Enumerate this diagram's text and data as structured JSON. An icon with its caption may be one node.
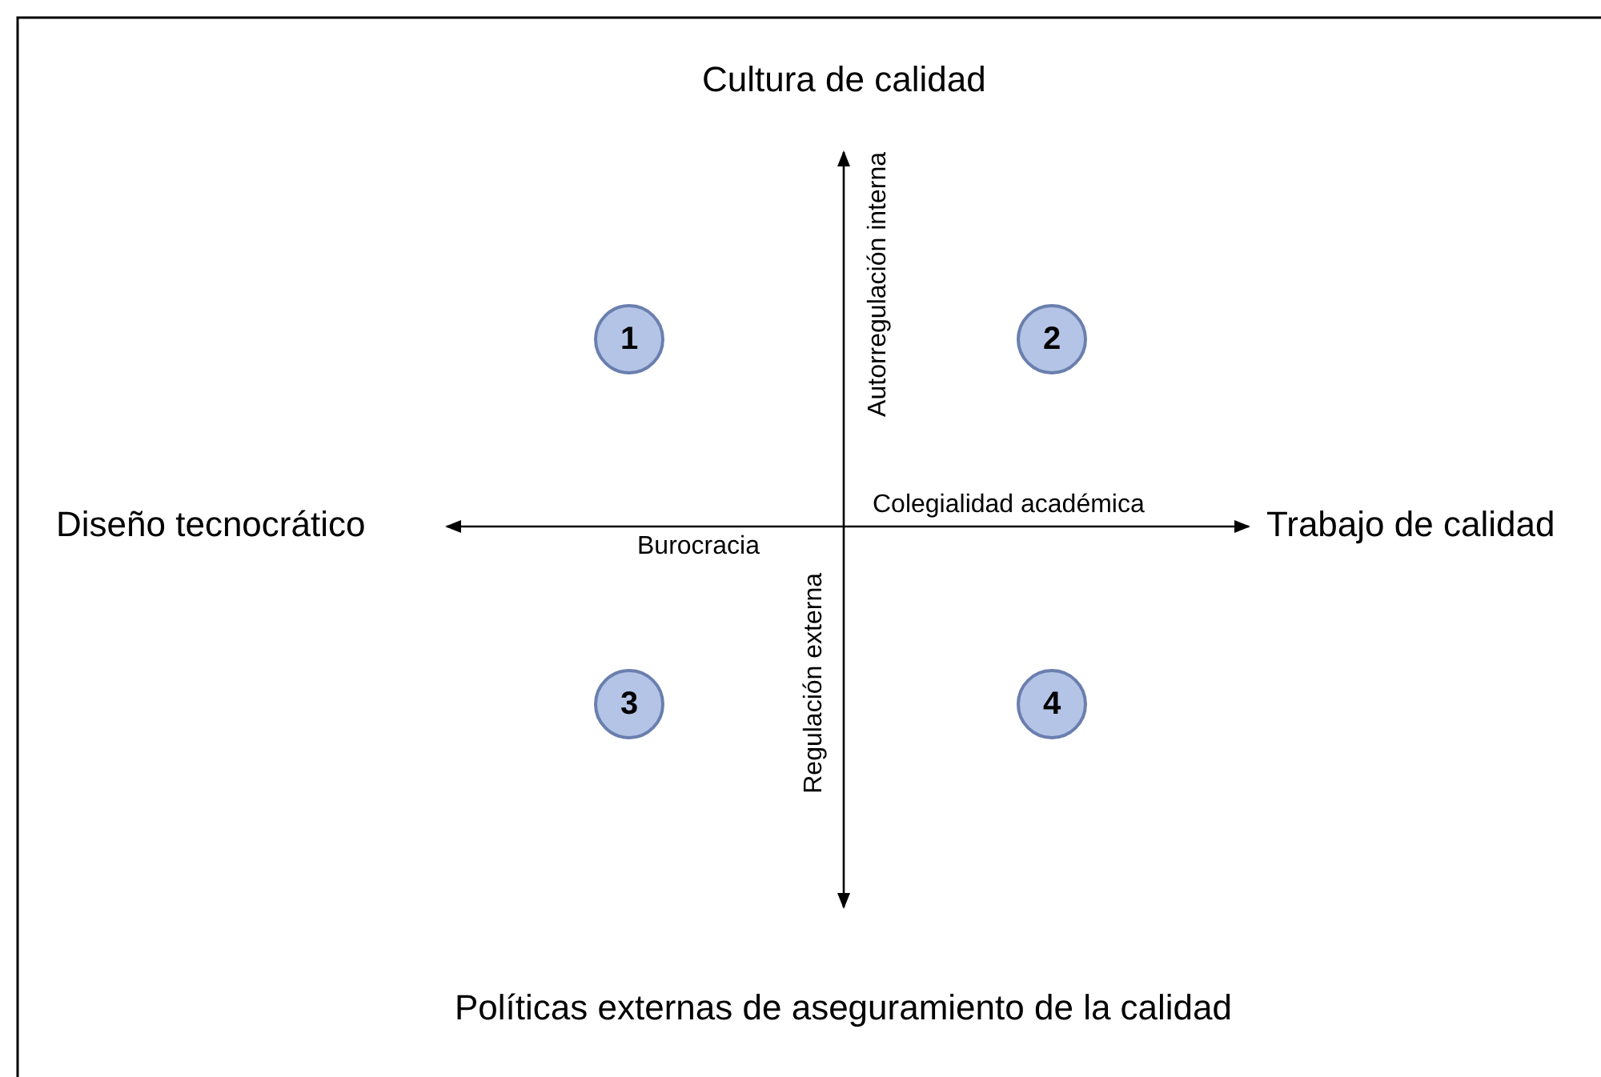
{
  "diagram": {
    "nodes": [
      {
        "text": [
          "1"
        ]
      },
      {
        "text": [
          "2"
        ]
      },
      {
        "text": [
          "3"
        ]
      },
      {
        "text": [
          "4"
        ]
      }
    ],
    "labels": [
      "Cultura de calidad",
      "Autorregulación interna",
      "Diseño tecnocrático",
      "Colegialidad académica",
      "Trabajo de calidad",
      "Burocracia",
      "Regulación externa",
      "Políticas externas de aseguramiento de la calidad"
    ]
  }
}
